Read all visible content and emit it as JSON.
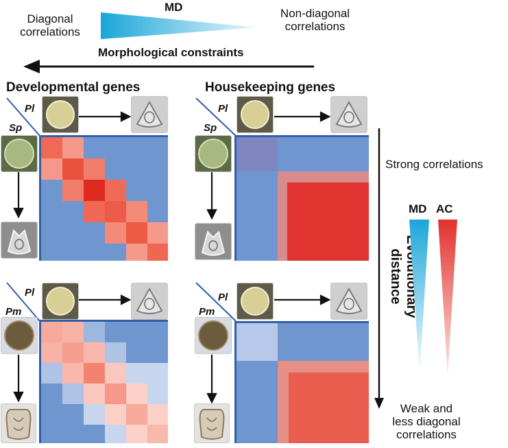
{
  "top_scale": {
    "title": "MD",
    "left_label": "Diagonal\ncorrelations",
    "right_label": "Non-diagonal\ncorrelations",
    "arrow_label": "Morphological constraints"
  },
  "panels": {
    "developmental": {
      "heading": "Developmental genes",
      "top_pair": {
        "col_species": "Pl",
        "row_species": "Sp"
      },
      "bottom_pair": {
        "col_species": "Pl",
        "row_species": "Pm"
      }
    },
    "housekeeping": {
      "heading": "Housekeeping genes",
      "top_pair": {
        "col_species": "Pl",
        "row_species": "Sp"
      },
      "bottom_pair": {
        "col_species": "Pl",
        "row_species": "Pm"
      }
    }
  },
  "right_scale": {
    "top_label": "Strong correlations",
    "axis_label": "Evolutionary distance",
    "md_label": "MD",
    "ac_label": "AC",
    "bottom_label": "Weak and\nless diagonal\ncorrelations"
  },
  "colors": {
    "matrix_blue": "#6f96cf",
    "line_blue": "#2f5fa8",
    "md_cyan": "#1aa6d9",
    "ac_red": "#e2322c"
  }
}
